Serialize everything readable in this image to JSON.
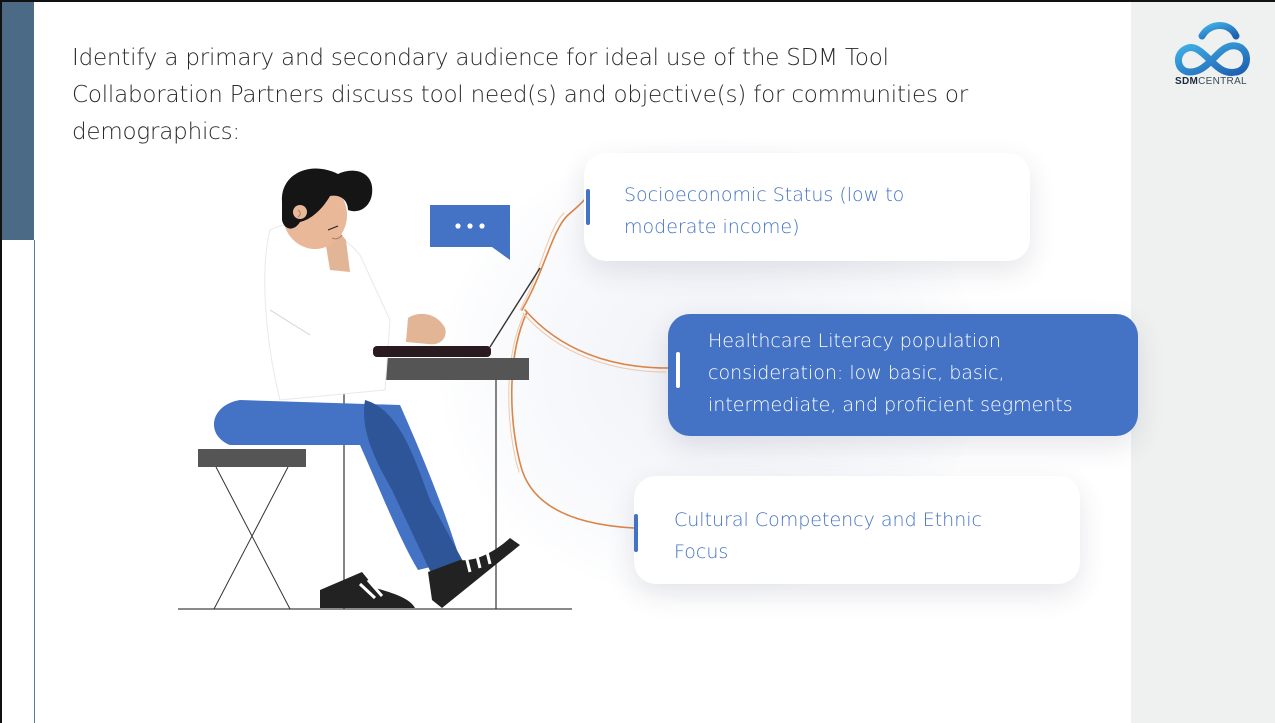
{
  "slide": {
    "title_lines": [
      "Identify a primary and secondary audience for ideal use of the SDM Tool",
      "Collaboration Partners discuss tool need(s) and objective(s) for communities or",
      "demographics:"
    ]
  },
  "logo": {
    "brand_bold": "SDM",
    "brand_rest": "CENTRAL",
    "icon": "cloud-infinity-logo"
  },
  "cards": [
    {
      "lines": [
        "Socioeconomic Status (low to",
        "moderate income)"
      ],
      "style": "outline"
    },
    {
      "lines": [
        "Healthcare Literacy population",
        "consideration: low basic, basic,",
        "intermediate, and proficient segments"
      ],
      "style": "filled"
    },
    {
      "lines": [
        "Cultural Competency and Ethnic",
        "Focus"
      ],
      "style": "outline"
    }
  ],
  "illustration": {
    "speech_bubble_text": "•••",
    "icons": [
      "person-at-laptop-illustration",
      "speech-bubble-icon"
    ]
  },
  "colors": {
    "accent_blue": "#4472c4",
    "connector_orange": "#d9864a",
    "sidebar_slate": "#4a6a86",
    "right_panel": "#eff1f0",
    "pants_blue": "#4472c4",
    "desk_gray": "#555555"
  }
}
